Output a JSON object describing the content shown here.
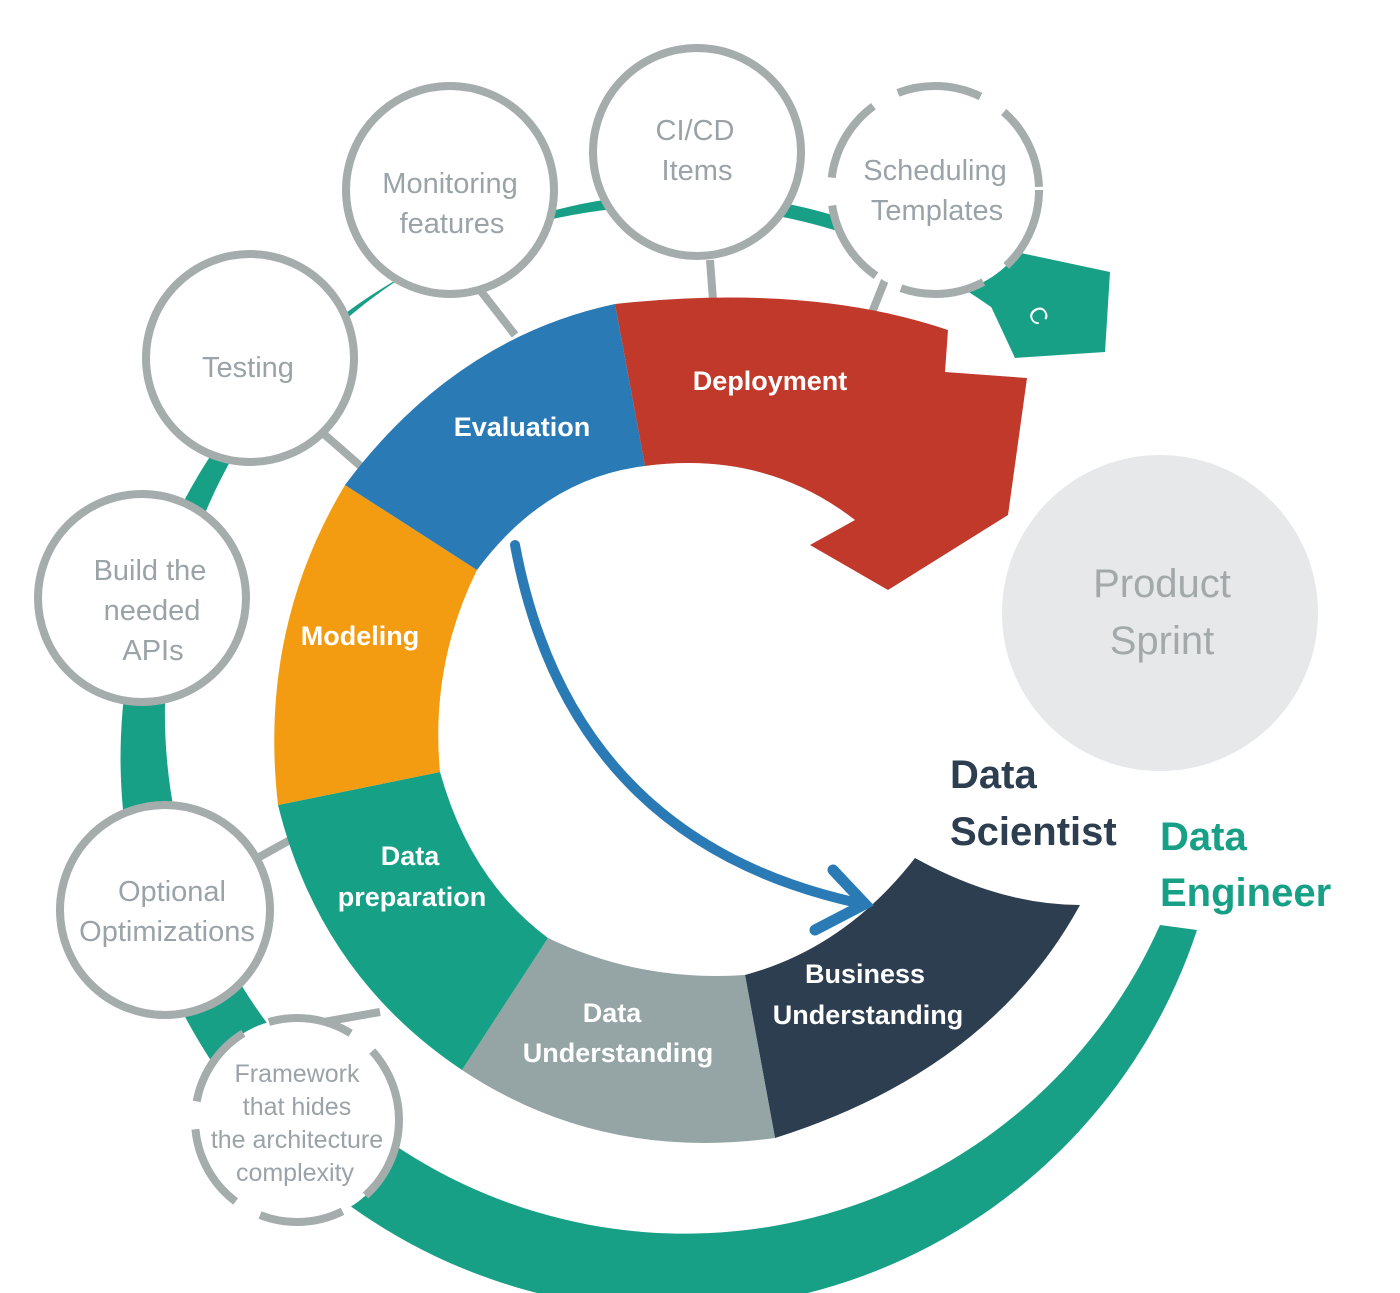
{
  "colors": {
    "engineer_ring": "#17a085",
    "bubble_stroke": "#a5acac",
    "business_understanding": "#2c3e50",
    "data_understanding": "#95a5a6",
    "data_preparation": "#16a085",
    "modeling": "#f39c12",
    "evaluation": "#2a7ab5",
    "deployment": "#c0392b",
    "feedback_arrow": "#2a7ab5",
    "product_sprint_fill": "#e6e8e9",
    "data_scientist_text": "#2c3e50",
    "data_engineer_text": "#17a085"
  },
  "stages": [
    {
      "id": "business",
      "lines": [
        "Business",
        "Understanding"
      ]
    },
    {
      "id": "data-understanding",
      "lines": [
        "Data",
        "Understanding"
      ]
    },
    {
      "id": "data-preparation",
      "lines": [
        "Data",
        "preparation"
      ]
    },
    {
      "id": "modeling",
      "lines": [
        "Modeling"
      ]
    },
    {
      "id": "evaluation",
      "lines": [
        "Evaluation"
      ]
    },
    {
      "id": "deployment",
      "lines": [
        "Deployment"
      ]
    }
  ],
  "engineer_tasks": [
    {
      "id": "framework",
      "lines": [
        "Framework",
        "that hides",
        "the architecture",
        "complexity"
      ],
      "dashed": true
    },
    {
      "id": "optional-optimizations",
      "lines": [
        "Optional",
        "Optimizations"
      ],
      "dashed": false
    },
    {
      "id": "build-apis",
      "lines": [
        "Build the",
        "needed",
        "APIs"
      ],
      "dashed": false
    },
    {
      "id": "testing",
      "lines": [
        "Testing"
      ],
      "dashed": false
    },
    {
      "id": "monitoring",
      "lines": [
        "Monitoring",
        "features"
      ],
      "dashed": false
    },
    {
      "id": "cicd",
      "lines": [
        "CI/CD",
        "Items"
      ],
      "dashed": false
    },
    {
      "id": "scheduling",
      "lines": [
        "Scheduling",
        "Templates"
      ],
      "dashed": true
    }
  ],
  "ring_arrow_label": "C",
  "product_sprint": [
    "Product",
    "Sprint"
  ],
  "roles": {
    "data_scientist": [
      "Data",
      "Scientist"
    ],
    "data_engineer": [
      "Data",
      "Engineer"
    ]
  }
}
